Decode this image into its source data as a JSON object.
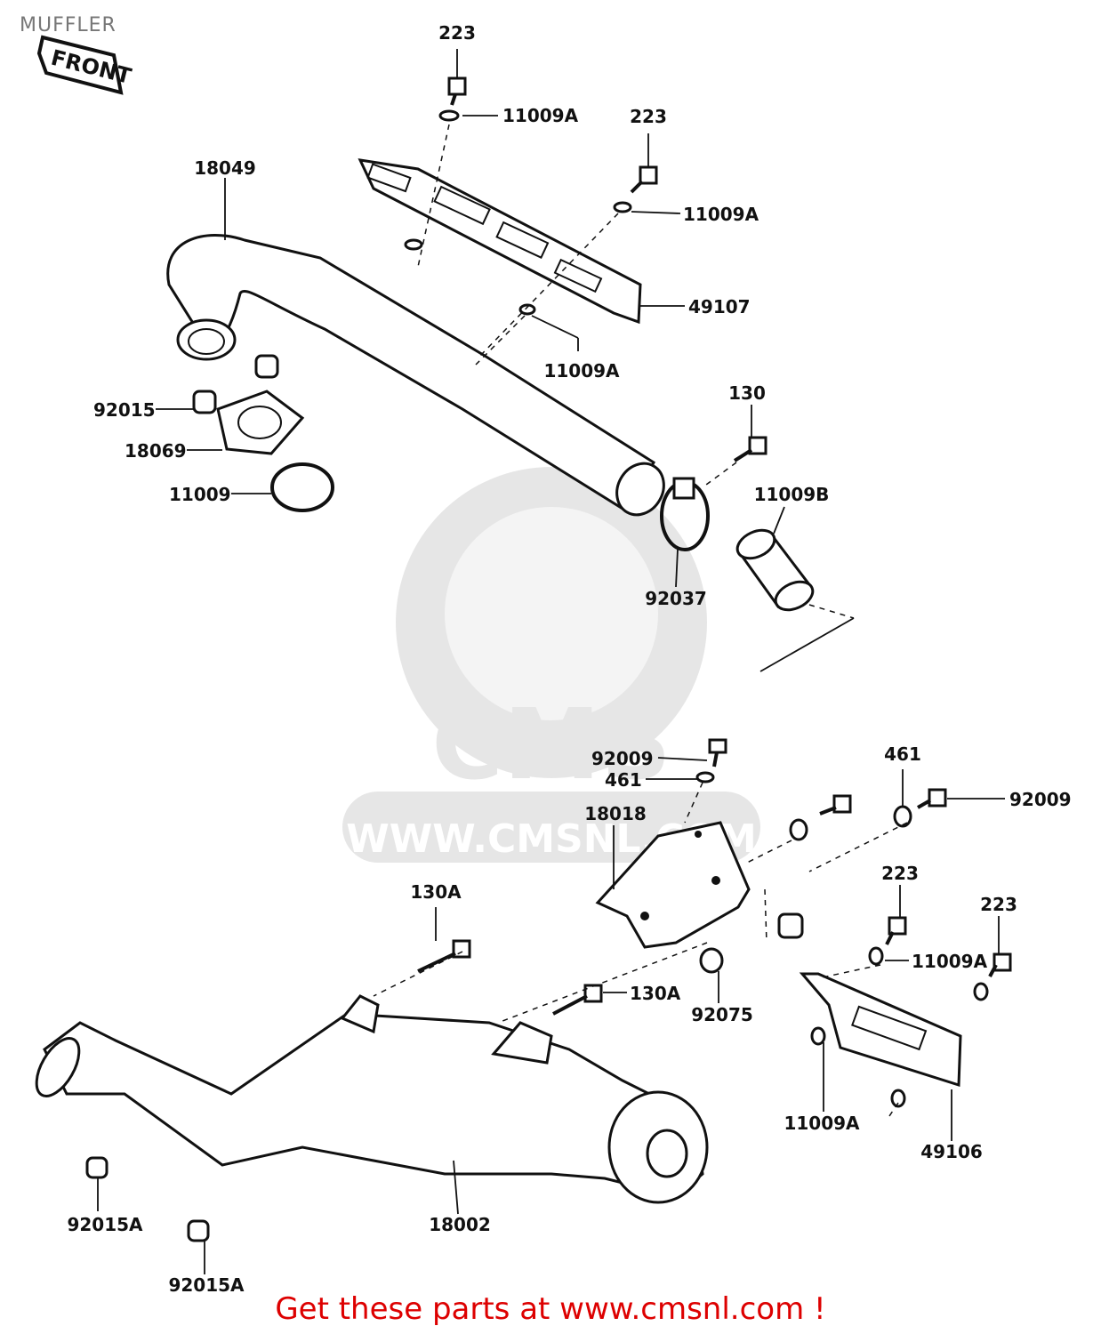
{
  "title": "MUFFLER",
  "front_arrow_label": "FRONT",
  "watermark": {
    "logo_text": "CMS",
    "url_text": "WWW.CMSNL.COM"
  },
  "labels": {
    "l223_top": "223",
    "l11009A_top": "11009A",
    "l223_right": "223",
    "l11009A_right": "11009A",
    "l18049": "18049",
    "l49107": "49107",
    "l11009A_mid": "11009A",
    "l92015": "92015",
    "l18069": "18069",
    "l11009": "11009",
    "l130": "130",
    "l11009B": "11009B",
    "l92037": "92037",
    "l92009_a": "92009",
    "l461_a": "461",
    "l18018": "18018",
    "l461_b": "461",
    "l92009_b": "92009",
    "l223_c": "223",
    "l223_d": "223",
    "l11009A_c": "11009A",
    "l130A_a": "130A",
    "l130A_b": "130A",
    "l92075": "92075",
    "l11009A_d": "11009A",
    "l49106": "49106",
    "l92015A_a": "92015A",
    "l92015A_b": "92015A",
    "l18002": "18002"
  },
  "footer_text": "Get these parts at www.cmsnl.com !",
  "colors": {
    "footer": "#dd0000",
    "title": "#777777",
    "watermark": "#e6e6e6",
    "line": "#111111"
  }
}
